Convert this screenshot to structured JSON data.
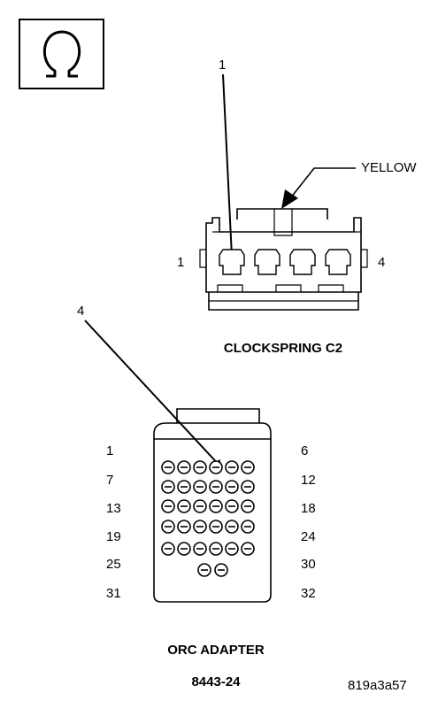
{
  "symbol": {
    "icon": "ohm-icon",
    "glyph": "Ω"
  },
  "clockspring": {
    "callout_top": "1",
    "color_callout": "YELLOW",
    "pin_left": "1",
    "pin_right": "4",
    "title": "CLOCKSPRING C2"
  },
  "orc": {
    "callout_top": "4",
    "row_labels_left": [
      "1",
      "7",
      "13",
      "19",
      "25",
      "31"
    ],
    "row_labels_right": [
      "6",
      "12",
      "18",
      "24",
      "30",
      "32"
    ],
    "title": "ORC ADAPTER",
    "part_number": "8443-24"
  },
  "figure_id": "819a3a57"
}
